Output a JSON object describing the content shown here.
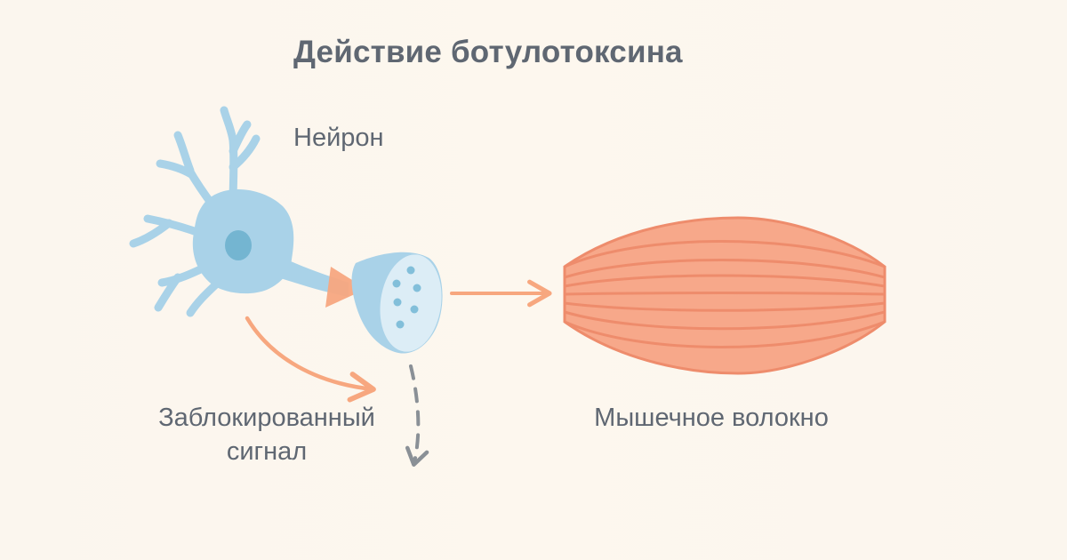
{
  "title": "Действие ботулотоксина",
  "labels": {
    "neuron": "Нейрон",
    "blocked_signal": "Заблокированный сигнал",
    "muscle_fiber": "Мышечное волокно"
  },
  "colors": {
    "background": "#fdf7ef",
    "neuron": "#a9d2e8",
    "neuron_nucleus": "#74b5d1",
    "terminal_fill": "#dcedf6",
    "vesicle": "#82bfda",
    "signal_arrow": "#f7a77f",
    "muscle_fill": "#f7a88a",
    "muscle_line": "#ee8c6c",
    "blocked_arrow": "#8a9096",
    "text": "#5f6772"
  },
  "icons": {
    "neuron": "neuron-cell-icon",
    "terminal": "synaptic-terminal-icon",
    "muscle": "muscle-fiber-icon"
  }
}
